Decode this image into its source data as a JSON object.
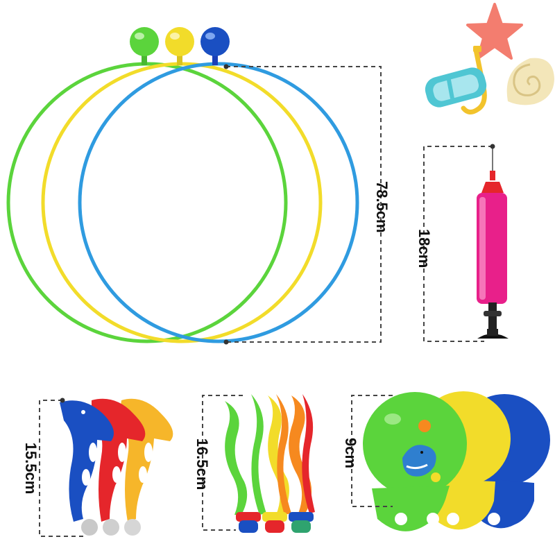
{
  "image": {
    "type": "product-dimensions-infographic"
  },
  "dimensions": {
    "hoops": "78.5cm",
    "pump": "18cm",
    "dolphins": "15.5cm",
    "seaweed": "16.5cm",
    "discs": "9cm"
  },
  "colors": {
    "green": "#5bd43c",
    "yellow": "#f2dc2a",
    "blue": "#2f9be0",
    "red": "#e5262b",
    "orange": "#f6891f",
    "navy": "#1a4fc2",
    "pink": "#e8208a",
    "starfish": "#f37d6f",
    "mask": "#4fc6d3",
    "shell": "#f3e6b9",
    "dashline": "#444444"
  },
  "icons": [
    "starfish-icon",
    "snorkel-mask-icon",
    "seashell-icon"
  ]
}
